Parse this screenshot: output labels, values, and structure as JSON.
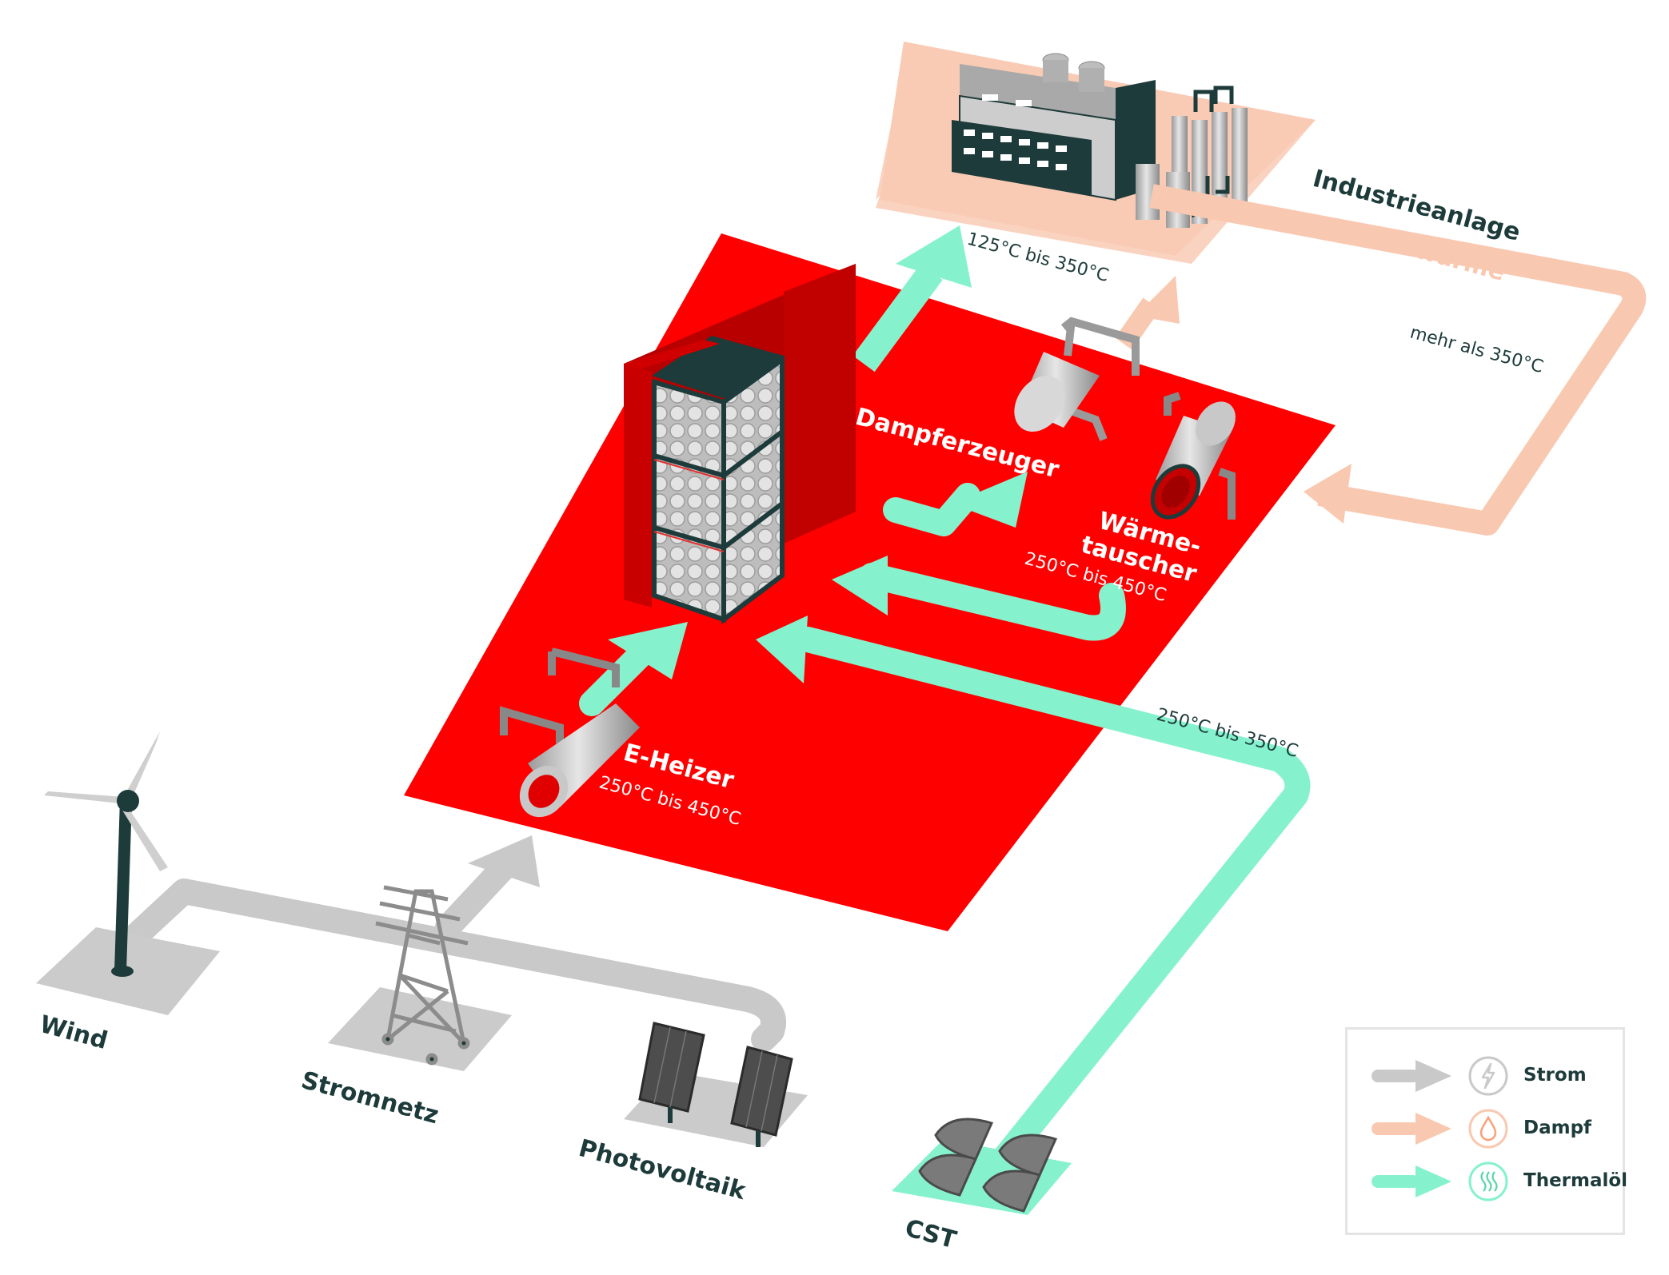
{
  "colors": {
    "strom": "#c9c9c9",
    "dampf": "#f9c8b0",
    "thermaloel": "#86f2cd",
    "platform": "#ff0000",
    "dark": "#1d3b3a"
  },
  "labels": {
    "industrieanlage": "Industrieanlage",
    "abwaerme": "Abwärme",
    "temp_steam": "125°C bis 350°C",
    "temp_abwaerme": "mehr als 350°C",
    "dampferzeuger": "Dampferzeuger",
    "waermetauscher_1": "Wärme-",
    "waermetauscher_2": "tauscher",
    "temp_waermetauscher": "250°C bis 450°C",
    "temp_cst": "250°C bis 350°C",
    "eheizer": "E-Heizer",
    "temp_eheizer": "250°C bis 450°C",
    "wind": "Wind",
    "stromnetz": "Stromnetz",
    "photovoltaik": "Photovoltaik",
    "cst": "CST"
  },
  "legend": [
    {
      "label": "Strom",
      "icon": "lightning-icon",
      "color": "#c9c9c9"
    },
    {
      "label": "Dampf",
      "icon": "droplet-icon",
      "color": "#f9c8b0"
    },
    {
      "label": "Thermalöl",
      "icon": "heat-waves-icon",
      "color": "#86f2cd"
    }
  ]
}
